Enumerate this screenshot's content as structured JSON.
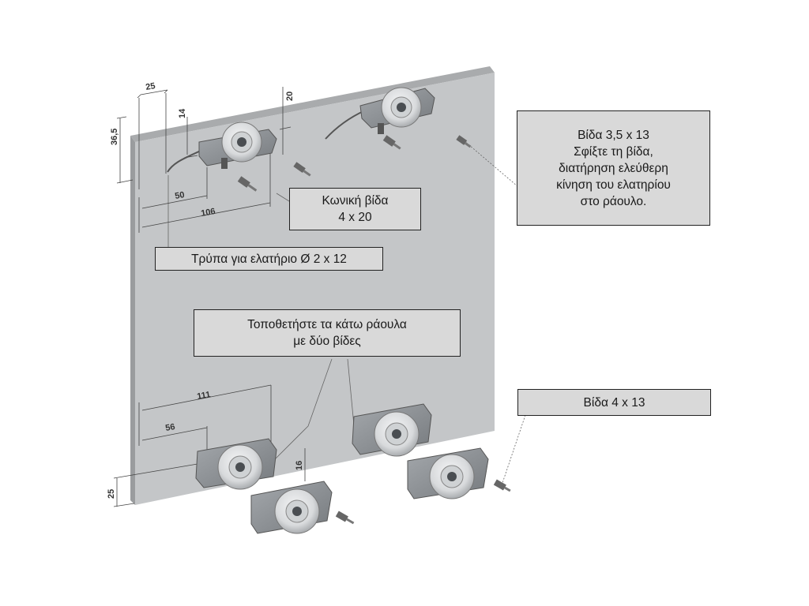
{
  "callouts": {
    "screw_3_5x13": [
      "Βίδα 3,5 x 13",
      "Σφίξτε τη βίδα,",
      "διατήρηση ελεύθερη",
      "κίνηση του ελατηρίου",
      "στο ράουλο."
    ],
    "conical_screw": [
      "Κωνική βίδα",
      "4 x 20"
    ],
    "spring_hole": [
      "Τρύπα για ελατήριο Ø 2 x 12"
    ],
    "lower_rollers": [
      "Τοποθετήστε τα κάτω ράουλα",
      "με δύο βίδες"
    ],
    "screw_4x13": [
      "Βίδα 4 x 13"
    ]
  },
  "dimensions": {
    "d25_top": "25",
    "d36_5": "36,5",
    "d14": "14",
    "d20": "20",
    "d50": "50",
    "d106": "106",
    "d111": "111",
    "d56": "56",
    "d16": "16",
    "d25_bottom": "25"
  },
  "colors": {
    "panel_face": "#c4c6c8",
    "panel_top": "#a9abad",
    "panel_edge": "#9a9c9e",
    "plate": "#8e9296",
    "wheel": "#e4e6e8",
    "hub": "#4a4e52",
    "callout_bg": "#d9d9d9"
  }
}
